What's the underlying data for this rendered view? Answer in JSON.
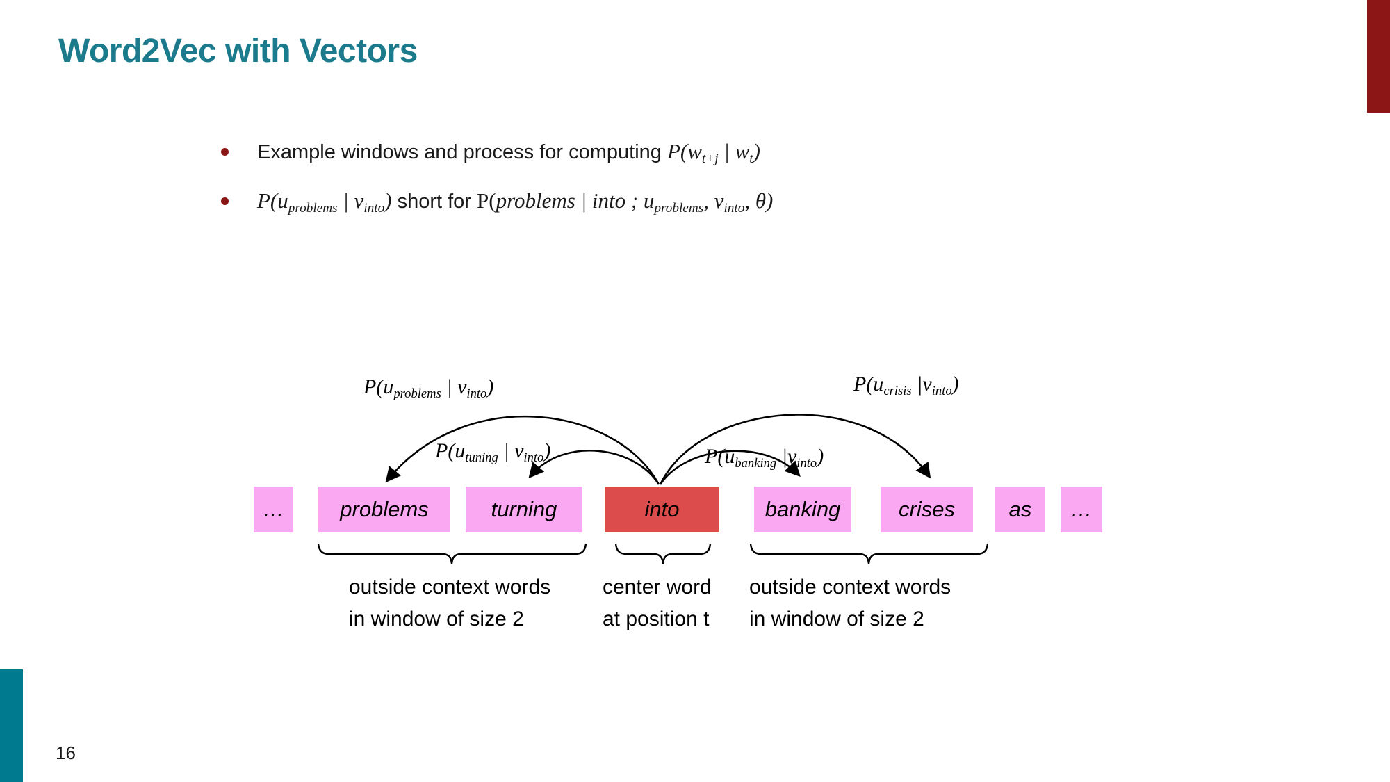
{
  "colors": {
    "teal": "#1B7A8C",
    "sidebar-teal": "#007A8E",
    "cardinal": "#8C1515",
    "pink": "#FAA8F2",
    "center-red": "#DD4C4C",
    "ink": "#111111"
  },
  "title": "Word2Vec with Vectors",
  "page_number": "16",
  "bullets": {
    "b1": {
      "lead": "Example windows and process for computing ",
      "math": {
        "p1": "P(w",
        "s1": "t+j",
        "p2": " | w",
        "s2": "t",
        "p3": ")"
      }
    },
    "b2": {
      "m1": {
        "p1": "P(u",
        "s1": "problems",
        "p2": " | v",
        "s2": "into",
        "p3": ")"
      },
      "mid": " short for ",
      "m2": {
        "rm": "P(",
        "p1": "problems | into ; u",
        "s1": "problems",
        "p2": ", v",
        "s2": "into",
        "p3": ", θ)"
      }
    }
  },
  "arc_labels": {
    "problems": {
      "p1": "P(u",
      "s1": "problems",
      "p2": " | v",
      "s2": "into",
      "p3": ")"
    },
    "tuning": {
      "p1": "P(u",
      "s1": "tuning",
      "p2": " | v",
      "s2": "into",
      "p3": ")"
    },
    "banking": {
      "p1": "P(u",
      "s1": "banking",
      "p2": " |v",
      "s2": "into",
      "p3": ")"
    },
    "crisis": {
      "p1": "P(u",
      "s1": "crisis",
      "p2": " |v",
      "s2": "into",
      "p3": ")"
    }
  },
  "words": {
    "ellipsis_left": "…",
    "problems": "problems",
    "turning": "turning",
    "into": "into",
    "banking": "banking",
    "crises": "crises",
    "as": "as",
    "ellipsis_right": "…"
  },
  "captions": {
    "left": {
      "line1": "outside context words",
      "line2": "in window of size 2"
    },
    "center": {
      "line1": "center word",
      "line2": "at position t"
    },
    "right": {
      "line1": "outside context words",
      "line2": "in window of size 2"
    }
  }
}
